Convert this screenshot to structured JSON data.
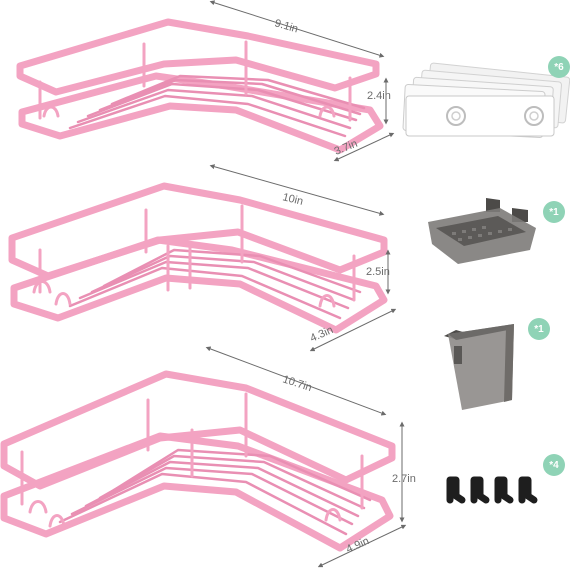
{
  "product": {
    "shelves": [
      {
        "id": "small",
        "width": "9.1in",
        "height": "2.4in",
        "depth": "3.7in"
      },
      {
        "id": "medium",
        "width": "10in",
        "height": "2.5in",
        "depth": "4.3in"
      },
      {
        "id": "large",
        "width": "10.7in",
        "height": "2.7in",
        "depth": "4.9in"
      }
    ],
    "accessories": [
      {
        "id": "adhesive-strips",
        "qty": "*6"
      },
      {
        "id": "soap-dish",
        "qty": "*1"
      },
      {
        "id": "storage-cup",
        "qty": "*1"
      },
      {
        "id": "hooks",
        "qty": "*4"
      }
    ]
  },
  "colors": {
    "shelf_pink": "#f3a3c2",
    "shelf_pink_dark": "#d9799f",
    "badge_green": "#8fd3b6",
    "dimension_gray": "#6b6b6b",
    "accessory_gray": "#7d7b79"
  }
}
